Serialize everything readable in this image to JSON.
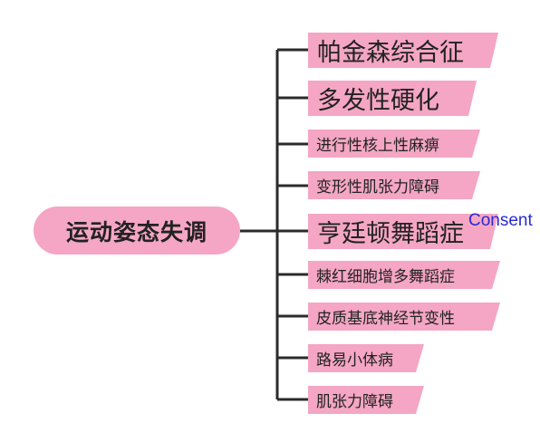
{
  "diagram": {
    "root": {
      "label": "运动姿态失调"
    },
    "branches": [
      {
        "label": "帕金森综合征"
      },
      {
        "label": "多发性硬化"
      },
      {
        "label": "进行性核上性麻痹"
      },
      {
        "label": "变形性肌张力障碍"
      },
      {
        "label": "亨廷顿舞蹈症"
      },
      {
        "label": "棘红细胞增多舞蹈症"
      },
      {
        "label": "皮质基底神经节变性"
      },
      {
        "label": "路易小体病"
      },
      {
        "label": "肌张力障碍"
      }
    ]
  },
  "overlay": {
    "text": "Consent"
  },
  "colors": {
    "node_fill": "#f4a6c4",
    "connector": "#2b2b2b",
    "overlay_text": "#2a2ad0"
  }
}
